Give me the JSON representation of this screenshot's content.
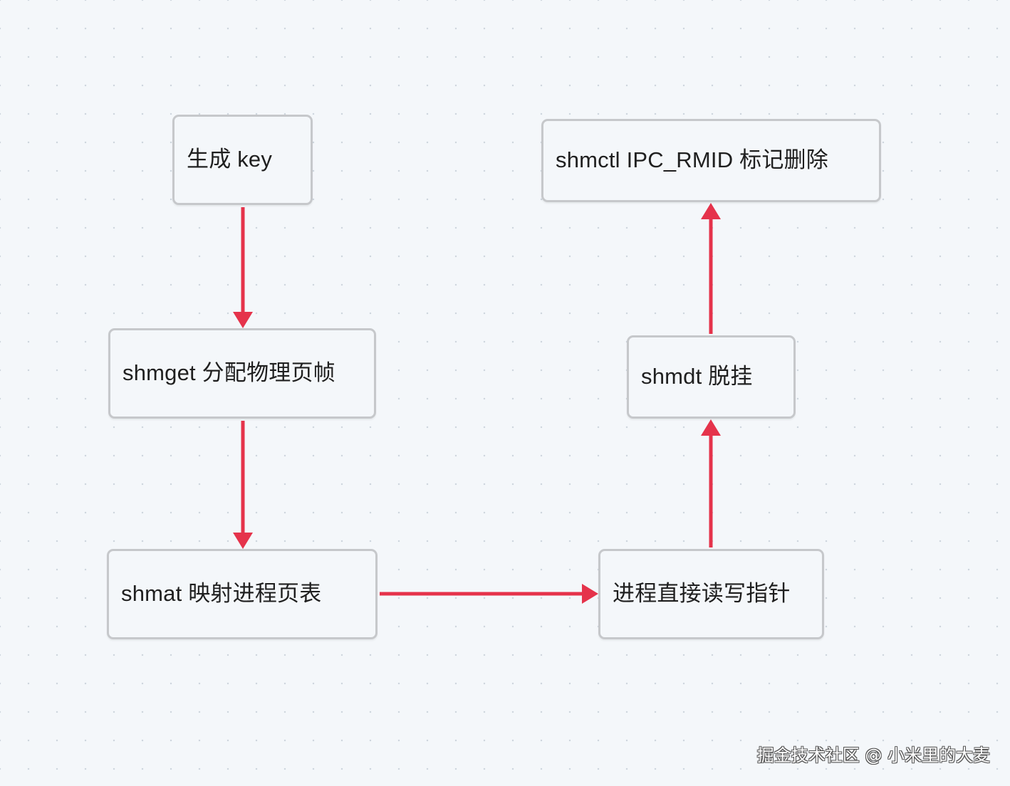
{
  "diagram": {
    "nodes": {
      "n1": "生成 key",
      "n2": "shmget 分配物理页帧",
      "n3": "shmat 映射进程页表",
      "n4": "进程直接读写指针",
      "n5": "shmdt 脱挂",
      "n6": "shmctl IPC_RMID 标记删除"
    },
    "edges": [
      {
        "from": "n1",
        "to": "n2"
      },
      {
        "from": "n2",
        "to": "n3"
      },
      {
        "from": "n3",
        "to": "n4"
      },
      {
        "from": "n4",
        "to": "n5"
      },
      {
        "from": "n5",
        "to": "n6"
      }
    ],
    "edge_color": "#e5334b"
  },
  "watermark": "掘金技术社区 @ 小米里的大麦"
}
